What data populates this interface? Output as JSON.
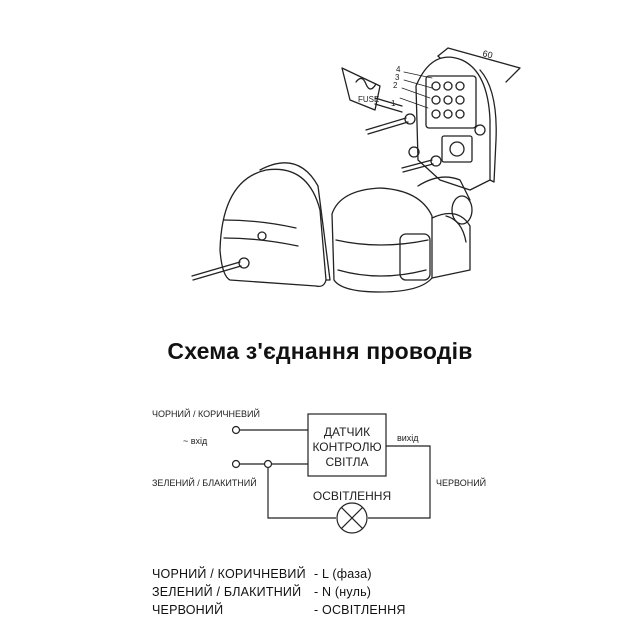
{
  "illustration": {
    "fuse_label": "FUSE",
    "dimension_label": "60",
    "terminal_numbers": [
      "4",
      "3",
      "2",
      "1"
    ]
  },
  "title": "Схема з'єднання проводів",
  "diagram": {
    "wire_black_brown": "ЧОРНИЙ / КОРИЧНЕВИЙ",
    "input_label": "~ вхід",
    "wire_green_blue": "ЗЕЛЕНИЙ / БЛАКИТНИЙ",
    "sensor_box": [
      "ДАТЧИК",
      "КОНТРОЛЮ",
      "СВІТЛА"
    ],
    "output_label": "вихід",
    "wire_red": "ЧЕРВОНИЙ",
    "lighting_label": "ОСВІТЛЕННЯ"
  },
  "legend": [
    {
      "key": "ЧОРНИЙ / КОРИЧНЕВИЙ",
      "value": "- L (фаза)"
    },
    {
      "key": "ЗЕЛЕНИЙ / БЛАКИТНИЙ",
      "value": "- N (нуль)"
    },
    {
      "key": "ЧЕРВОНИЙ",
      "value": "- ОСВІТЛЕННЯ"
    }
  ]
}
